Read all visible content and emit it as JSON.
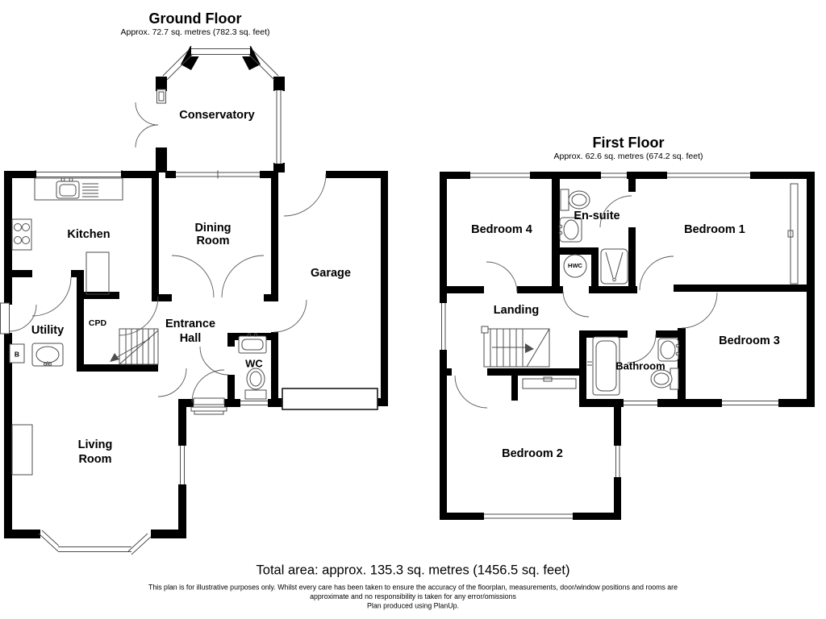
{
  "ground_floor": {
    "title": "Ground Floor",
    "subtitle": "Approx. 72.7 sq. metres (782.3 sq. feet)",
    "rooms": {
      "conservatory": "Conservatory",
      "kitchen": "Kitchen",
      "dining_line1": "Dining",
      "dining_line2": "Room",
      "garage": "Garage",
      "entrance_line1": "Entrance",
      "entrance_line2": "Hall",
      "utility": "Utility",
      "cupboard": "CPD",
      "wc": "WC",
      "living_line1": "Living",
      "living_line2": "Room",
      "boiler": "B"
    }
  },
  "first_floor": {
    "title": "First Floor",
    "subtitle": "Approx. 62.6 sq. metres (674.2 sq. feet)",
    "rooms": {
      "bedroom4": "Bedroom 4",
      "ensuite": "En-suite",
      "hot_water_cylinder": "HWC",
      "bedroom1": "Bedroom 1",
      "landing": "Landing",
      "bedroom3": "Bedroom 3",
      "bathroom": "Bathroom",
      "bedroom2": "Bedroom 2"
    }
  },
  "footer": {
    "total_area": "Total area: approx. 135.3 sq. metres (1456.5 sq. feet)",
    "disclaimer_line1": "This plan is for illustrative purposes only. Whilst every care has been taken to ensure the accuracy of the floorplan, measurements, door/window positions and rooms are",
    "disclaimer_line2": "approximate and no responsibility is taken for any error/omissions",
    "produced_by": "Plan produced using PlanUp."
  },
  "colors": {
    "wall": "#000000",
    "fixture_line": "#4d4d4d",
    "text": "#000000",
    "background": "#ffffff"
  }
}
